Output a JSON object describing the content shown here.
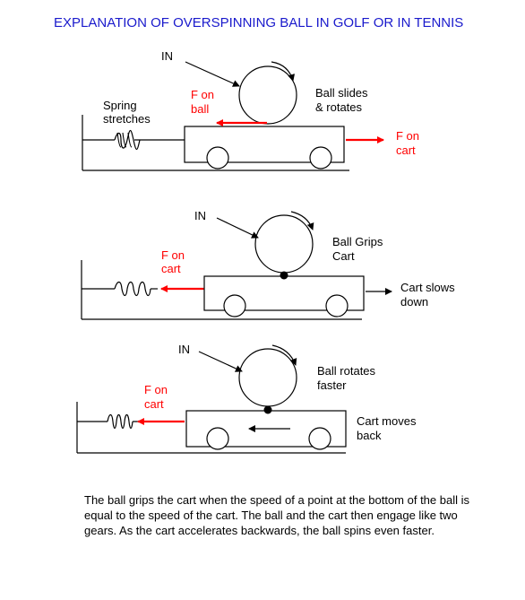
{
  "title": "EXPLANATION OF OVERSPINNING BALL IN GOLF OR IN TENNIS",
  "colors": {
    "title": "#1a1acc",
    "force_arrow": "#ff0000",
    "lines": "#000000"
  },
  "panel1": {
    "in_label": "IN",
    "f_on_ball": [
      "F on",
      "ball"
    ],
    "spring_label": [
      "Spring",
      "stretches"
    ],
    "ball_label": [
      "Ball slides",
      "& rotates"
    ],
    "f_on_cart": [
      "F on",
      "cart"
    ]
  },
  "panel2": {
    "in_label": "IN",
    "f_on_cart": [
      "F on",
      "cart"
    ],
    "ball_label": [
      "Ball Grips",
      "Cart"
    ],
    "cart_label": [
      "Cart slows",
      "down"
    ]
  },
  "panel3": {
    "in_label": "IN",
    "f_on_cart": [
      "F on",
      "cart"
    ],
    "ball_label": [
      "Ball rotates",
      "faster"
    ],
    "cart_label": [
      "Cart moves",
      "back"
    ]
  },
  "caption": "The ball grips the cart when the speed of a point at the bottom of the ball is equal to the speed of the cart. The ball and the cart then engage like two gears. As the cart accelerates backwards, the ball spins even faster."
}
